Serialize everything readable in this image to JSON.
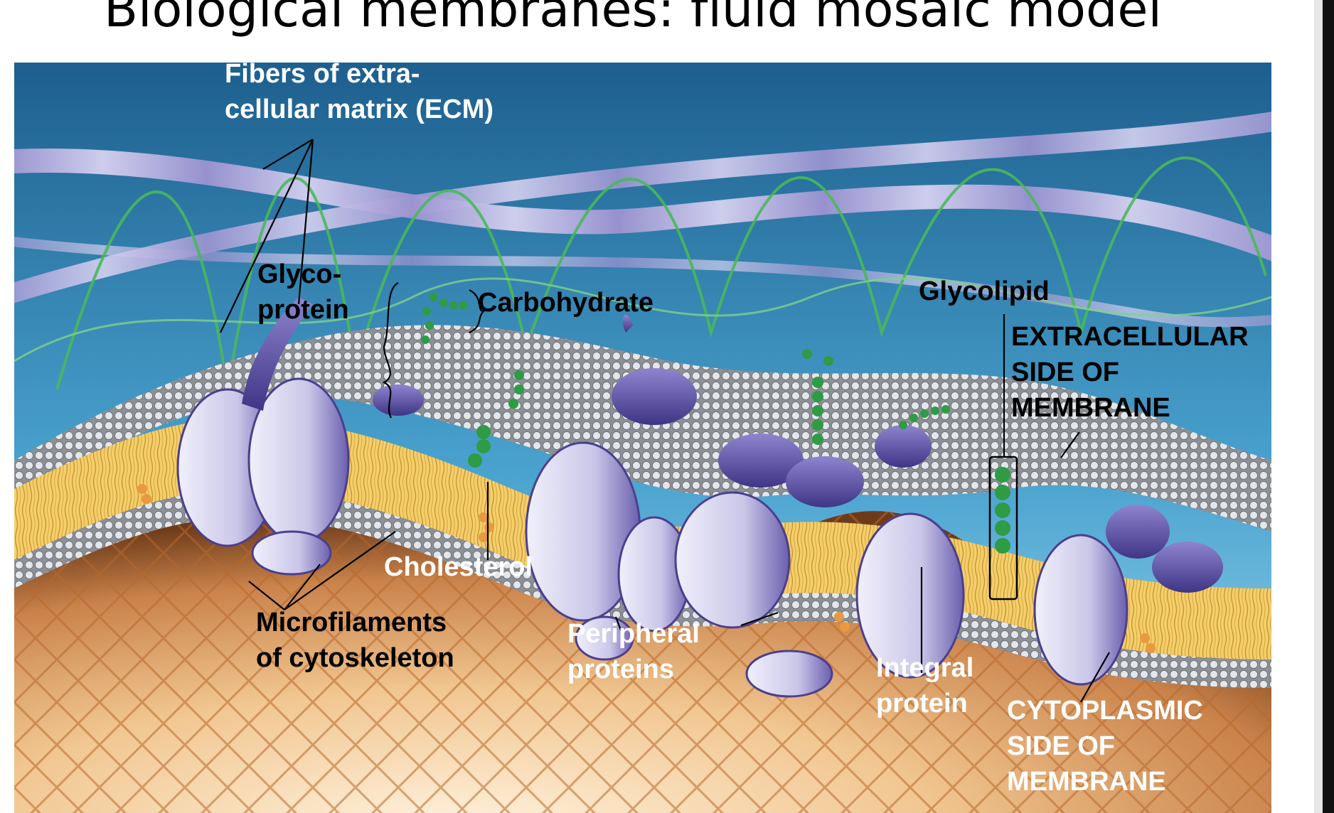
{
  "title": "Biological membranes: fluid mosaic model",
  "labels": {
    "ecm_line1": "Fibers of extra-",
    "ecm_line2": "cellular matrix (ECM)",
    "glyco_line1": "Glyco-",
    "glyco_line2": "protein",
    "carbohydrate": "Carbohydrate",
    "glycolipid": "Glycolipid",
    "extra_line1": "EXTRACELLULAR",
    "extra_line2": "SIDE OF",
    "extra_line3": "MEMBRANE",
    "cholesterol": "Cholesterol",
    "micro_line1": "Microfilaments",
    "micro_line2": "of cytoskeleton",
    "peri_line1": "Peripheral",
    "peri_line2": "proteins",
    "integral_line1": "Integral",
    "integral_line2": "protein",
    "cyto_line1": "CYTOPLASMIC",
    "cyto_line2": "SIDE OF",
    "cyto_line3": "MEMBRANE"
  },
  "colors": {
    "extracellular_top": "#1d5f8e",
    "extracellular_bottom": "#a9dcf2",
    "cytoplasm": "#e9b57a",
    "lipid_tail": "#f0c15a",
    "head_group": "#c9cdd2",
    "protein_light": "#d9d7ef",
    "protein_dark": "#5b4f9c",
    "carbohydrate": "#3aa24b",
    "ecm_fiber": "#8f86c4",
    "filament": "#c8702e"
  }
}
